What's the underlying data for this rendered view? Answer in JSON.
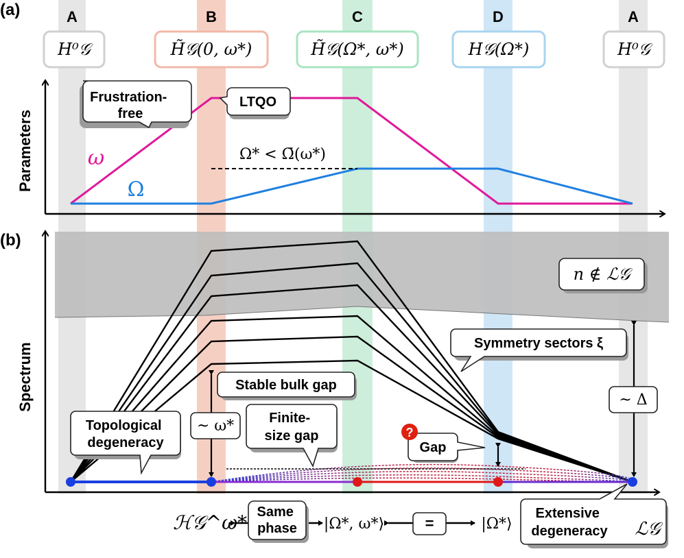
{
  "panel_a": {
    "tag": "(a)",
    "axis_y_label": "Parameters",
    "columns": [
      {
        "letter": "A",
        "hamiltonian": "H⁰𝒢"
      },
      {
        "letter": "B",
        "hamiltonian": "H̃𝒢(0, ω*)"
      },
      {
        "letter": "C",
        "hamiltonian": "H̃𝒢(Ω*, ω*)"
      },
      {
        "letter": "D",
        "hamiltonian": "H𝒢(Ω*)"
      },
      {
        "letter": "A",
        "hamiltonian": "H⁰𝒢"
      }
    ],
    "callouts": {
      "frustration_free": "Frustration-\nfree",
      "ltqo": "LTQO"
    },
    "omega_label": "ω",
    "Omega_label": "Ω",
    "condition": "Ω* < Ω̄(ω*)",
    "colors": {
      "omega": "#e0189a",
      "Omega": "#1e7fe0"
    }
  },
  "panel_b": {
    "tag": "(b)",
    "axis_y_label": "Spectrum",
    "continuum_label": "n ∉ ℒ𝒢",
    "callouts": {
      "symmetry": "Symmetry sectors ξ",
      "stable_gap": "Stable bulk gap",
      "gap_scale_B": "~ ω*",
      "gap_scale_A": "~ Δ",
      "topological": "Topological\ndegeneracy",
      "finite_size": "Finite-\nsize gap",
      "gap": "Gap",
      "question": "?",
      "extensive": "Extensive\ndegeneracy"
    },
    "colors": {
      "continuum": "#c8c8c8",
      "ground_blue": "#1a3fe0",
      "ground_red": "#e01818",
      "levels": "#000000"
    }
  },
  "bottom": {
    "h_space": "ℋ𝒢^ω*",
    "same_phase": "Same\nphase",
    "ket1": "|Ω*, ω*⟩",
    "equals": "=",
    "ket2": "|Ω*⟩",
    "L_G": "ℒ𝒢"
  }
}
